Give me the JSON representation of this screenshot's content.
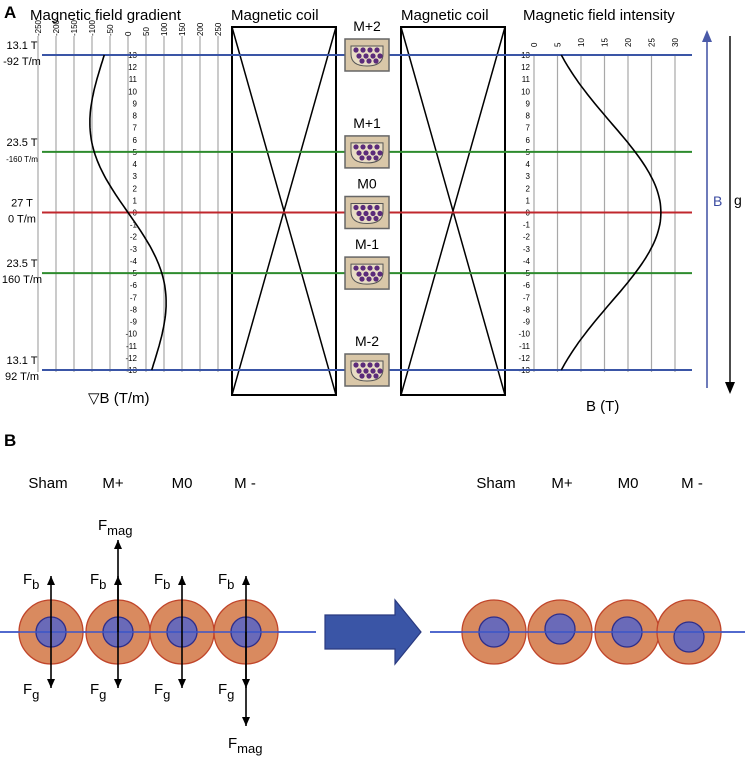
{
  "panel_a": {
    "label": "A",
    "headers": {
      "gradient": "Magnetic field gradient",
      "coil_left": "Magnetic coil",
      "coil_right": "Magnetic coil",
      "intensity": "Magnetic field intensity"
    },
    "gradient_ticks": [
      "-250",
      "-200",
      "-150",
      "-100",
      "-50",
      "0",
      "50",
      "100",
      "150",
      "200",
      "250"
    ],
    "intensity_ticks": [
      "0",
      "5",
      "10",
      "15",
      "20",
      "25",
      "30"
    ],
    "position_ticks": [
      "13",
      "12",
      "11",
      "10",
      "9",
      "8",
      "7",
      "6",
      "5",
      "4",
      "3",
      "2",
      "1",
      "0",
      "-1",
      "-2",
      "-3",
      "-4",
      "-5",
      "-6",
      "-7",
      "-8",
      "-9",
      "-10",
      "-11",
      "-12",
      "-13"
    ],
    "levels": [
      {
        "id": "m_plus_2",
        "position_tick": "13",
        "sample_label": "M+2",
        "field_label": "13.1 T",
        "gradient_label": "-92 T/m",
        "color": "#3a55a6"
      },
      {
        "id": "m_plus_1",
        "position_tick": "5",
        "sample_label": "M+1",
        "field_label": "23.5 T",
        "gradient_label": "-160 T/m",
        "color": "#2e8b2e"
      },
      {
        "id": "m_0",
        "position_tick": "0",
        "sample_label": "M0",
        "field_label": "27 T",
        "gradient_label": "0 T/m",
        "color": "#c0272d"
      },
      {
        "id": "m_minus_1",
        "position_tick": "-5",
        "sample_label": "M-1",
        "field_label": "23.5 T",
        "gradient_label": "160 T/m",
        "color": "#2e8b2e"
      },
      {
        "id": "m_minus_2",
        "position_tick": "-13",
        "sample_label": "M-2",
        "field_label": "13.1 T",
        "gradient_label": "92 T/m",
        "color": "#3a55a6"
      }
    ],
    "gradient_axis_label": "▽B (T/m)",
    "intensity_axis_label": "B (T)",
    "b_arrow_label": "B",
    "g_arrow_label": "g",
    "colors": {
      "grid": "#a8a8a8",
      "field_arrow": "#4a5aa8",
      "sample_bg": "#d9c7a8",
      "cell": "#5b2b7a"
    }
  },
  "panel_b": {
    "label": "B",
    "left_labels": [
      "Sham",
      "M+",
      "M0",
      "M -"
    ],
    "right_labels": [
      "Sham",
      "M+",
      "M0",
      "M -"
    ],
    "force_labels": {
      "buoyancy": "F",
      "buoyancy_sub": "b",
      "gravity": "F",
      "gravity_sub": "g",
      "magnetic": "F",
      "magnetic_sub": "mag"
    },
    "colors": {
      "outer": "#d98a5f",
      "outer_stroke": "#c0452a",
      "inner": "#6a6ab8",
      "inner_stroke": "#2e2e8a",
      "axis": "#3a55c8",
      "arrow": "#3a55a6",
      "arrow_stroke": "#2a3a80"
    }
  }
}
